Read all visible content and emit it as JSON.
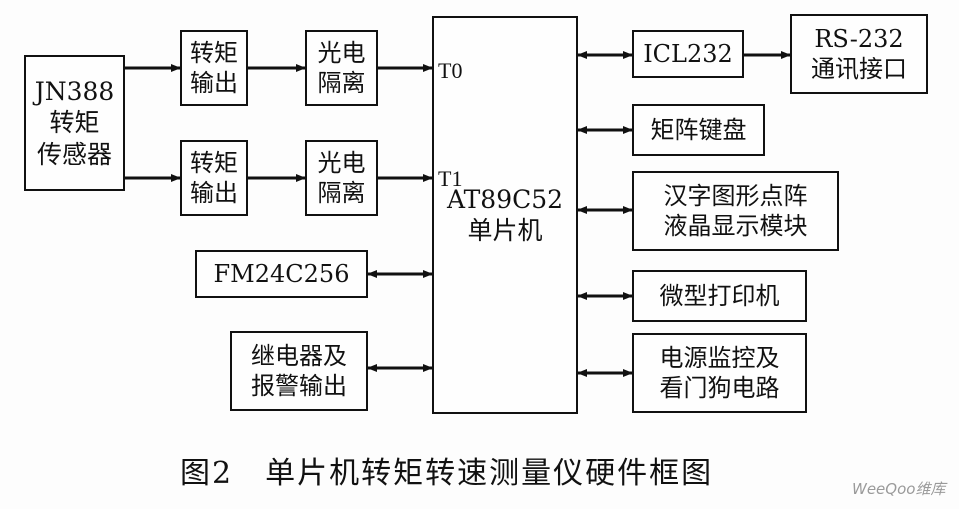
{
  "boxes": {
    "jn388": "JN388\n转矩\n传感器",
    "torque_out_1": "转矩\n输出",
    "torque_out_2": "转矩\n输出",
    "opto_1": "光电\n隔离",
    "opto_2": "光电\n隔离",
    "mcu": "AT89C52\n单片机",
    "fm24c256": "FM24C256",
    "relay_alarm": "继电器及\n报警输出",
    "icl232": "ICL232",
    "rs232": "RS-232\n通讯接口",
    "keypad": "矩阵键盘",
    "lcd": "汉字图形点阵\n液晶显示模块",
    "printer": "微型打印机",
    "power_watchdog": "电源监控及\n看门狗电路"
  },
  "labels": {
    "t0": "T0",
    "t1": "T1"
  },
  "caption": "图2　单片机转矩转速测量仪硬件框图",
  "watermark": "WeeQoo维库"
}
